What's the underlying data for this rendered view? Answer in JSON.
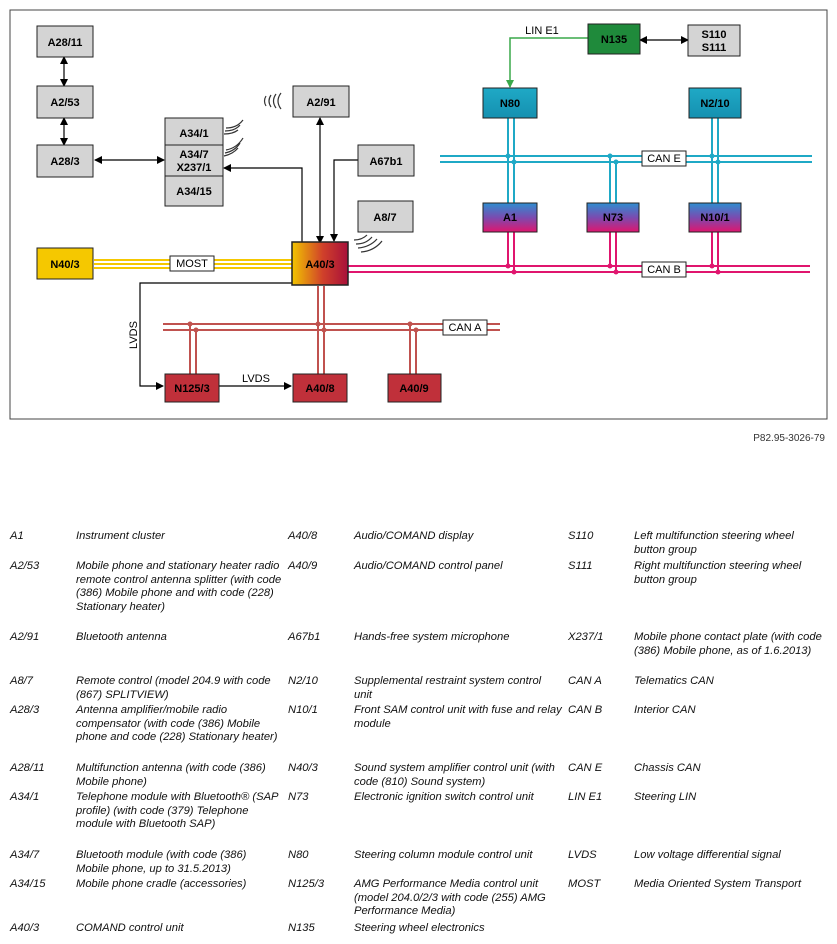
{
  "diagram": {
    "nodes": {
      "A28_11": "A28/11",
      "A2_53": "A2/53",
      "A28_3": "A28/3",
      "A34_1": "A34/1",
      "A34_7": "A34/7",
      "X237_1": "X237/1",
      "A34_15": "A34/15",
      "A2_91": "A2/91",
      "A67b1": "A67b1",
      "A8_7": "A8/7",
      "N40_3": "N40/3",
      "A40_3": "A40/3",
      "N125_3": "N125/3",
      "A40_8": "A40/8",
      "A40_9": "A40/9",
      "N135": "N135",
      "S110": "S110",
      "S111": "S111",
      "N80": "N80",
      "N2_10": "N2/10",
      "A1": "A1",
      "N73": "N73",
      "N10_1": "N10/1"
    },
    "bus_labels": {
      "lin_e1": "LIN E1",
      "can_e": "CAN E",
      "can_b": "CAN B",
      "can_a": "CAN A",
      "most": "MOST",
      "lvds_vertical": "LVDS",
      "lvds_horizontal": "LVDS"
    },
    "colors": {
      "gray_box": "#d4d4d4",
      "can_e": "#1fa9c6",
      "can_b": "#e0156e",
      "can_a": "#c0524f",
      "most": "#f5c800",
      "lin": "#3aa84a",
      "n135": "#1f8a3b",
      "dark_red": "#c0303a"
    }
  },
  "reference": "P82.95-3026-79",
  "legend": [
    [
      {
        "code": "A1",
        "desc": "Instrument cluster"
      },
      {
        "code": "A40/8",
        "desc": "Audio/COMAND display"
      },
      {
        "code": "S110",
        "desc": "Left multifunction steering wheel button group"
      }
    ],
    [
      {
        "code": "A2/53",
        "desc": "Mobile phone and stationary heater radio remote control antenna splitter (with code (386) Mobile phone and with code (228) Stationary heater)"
      },
      {
        "code": "A40/9",
        "desc": "Audio/COMAND control panel"
      },
      {
        "code": "S111",
        "desc": "Right multifunction steering wheel button group"
      }
    ],
    [
      {
        "code": "A2/91",
        "desc": "Bluetooth antenna"
      },
      {
        "code": "A67b1",
        "desc": "Hands-free system microphone"
      },
      {
        "code": "X237/1",
        "desc": "Mobile phone contact plate (with code (386) Mobile phone, as of 1.6.2013)"
      }
    ],
    [
      {
        "code": "A8/7",
        "desc": "Remote control (model 204.9 with code (867) SPLITVIEW)"
      },
      {
        "code": "N2/10",
        "desc": "Supplemental restraint system control unit"
      },
      {
        "code": "CAN A",
        "desc": "Telematics CAN"
      }
    ],
    [
      {
        "code": "A28/3",
        "desc": "Antenna amplifier/mobile radio compensator (with code (386) Mobile phone and code (228) Stationary heater)"
      },
      {
        "code": "N10/1",
        "desc": "Front SAM control unit with fuse and relay module"
      },
      {
        "code": "CAN B",
        "desc": "Interior CAN"
      }
    ],
    [
      {
        "code": "A28/11",
        "desc": "Multifunction antenna (with code (386) Mobile phone)"
      },
      {
        "code": "N40/3",
        "desc": "Sound system amplifier control unit (with code (810) Sound system)"
      },
      {
        "code": "CAN E",
        "desc": "Chassis CAN"
      }
    ],
    [
      {
        "code": "A34/1",
        "desc": "Telephone module with Bluetooth® (SAP profile) (with code (379) Telephone module with Bluetooth SAP)"
      },
      {
        "code": "N73",
        "desc": "Electronic ignition switch control unit"
      },
      {
        "code": "LIN E1",
        "desc": "Steering LIN"
      }
    ],
    [
      {
        "code": "A34/7",
        "desc": "Bluetooth module (with code (386) Mobile phone, up to 31.5.2013)"
      },
      {
        "code": "N80",
        "desc": "Steering column module control unit"
      },
      {
        "code": "LVDS",
        "desc": "Low voltage differential signal"
      }
    ],
    [
      {
        "code": "A34/15",
        "desc": "Mobile phone cradle (accessories)"
      },
      {
        "code": "N125/3",
        "desc": "AMG Performance Media control unit (model 204.0/2/3 with code (255) AMG Performance Media)"
      },
      {
        "code": "MOST",
        "desc": "Media Oriented System Transport"
      }
    ],
    [
      {
        "code": "A40/3",
        "desc": "COMAND control unit"
      },
      {
        "code": "N135",
        "desc": "Steering wheel electronics"
      },
      {
        "code": "",
        "desc": ""
      }
    ]
  ]
}
